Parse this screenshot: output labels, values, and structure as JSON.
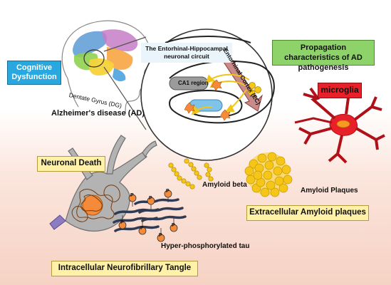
{
  "labels": {
    "cognitive": "Cognitive Dysfunction",
    "dentate": "Dentate Gyrus (DG)",
    "ad": "Alzheimer's disease (AD)",
    "circuit": "The Entorhinal-Hippocampal neuronal circuit",
    "ca1": "CA1 region",
    "ec": "Entorhinal Cortex (EC)",
    "propagation": "Propagation characteristics of AD pathogenesis",
    "microglia": "microglia",
    "neuronal_death": "Neuronal Death",
    "amyloid_beta": "Amyloid beta",
    "amyloid_plaques": "Amyloid Plaques",
    "extracellular": "Extracellular Amyloid plaques",
    "tau": "Hyper-phosphorylated tau",
    "intracellular": "Intracellular Neurofibrillary Tangle",
    "p": "P"
  },
  "colors": {
    "cognitive_bg": "#29a8e0",
    "propagation_bg": "#8ed36a",
    "microglia_bg": "#e8202a",
    "label_box_bg": "#fff2a8",
    "amyloid": "#f5c518",
    "neuron": "#b8b8b8",
    "tangle": "#b5651d",
    "ec_arrow": "#c0504d"
  }
}
